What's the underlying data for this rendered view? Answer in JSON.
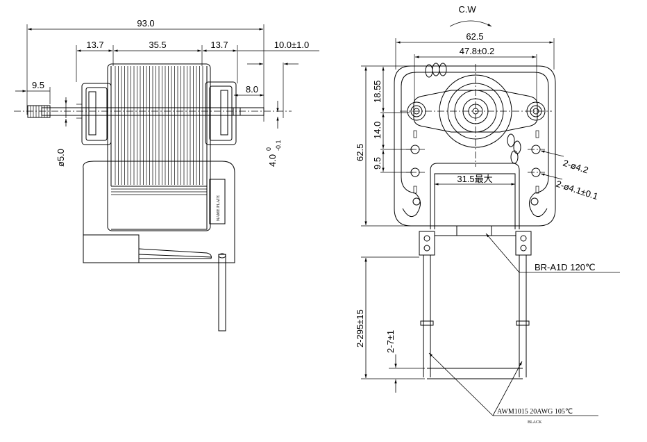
{
  "side_view": {
    "dims": {
      "overall": "93.0",
      "left_bobbin": "13.7",
      "stack": "35.5",
      "right_bobbin": "13.7",
      "shaft_extension": "10.0±1.0",
      "gear_length": "9.5",
      "shaft_tip": "8.0",
      "shaft_diameter": "ø5.0",
      "flat_main": "4.0",
      "flat_tol_upper": "0",
      "flat_tol_lower": "-0.1"
    },
    "name_plate": "NAME PLATE"
  },
  "front_view": {
    "rotation": "C.W",
    "dims": {
      "width": "62.5",
      "hole_spacing": "47.8±0.2",
      "height": "62.5",
      "v1": "18.55",
      "v2": "14.0",
      "v3": "9.5",
      "holes_a": "2-ø4.2",
      "holes_b": "2-ø4.1±0.1",
      "opening": "31.5最大",
      "lead_length": "2-295±15",
      "strip": "2-7±1"
    },
    "protector": "BR-A1D  120℃",
    "wire_spec": "AWM1015  20AWG  105℃",
    "wire_color": "BLACK"
  }
}
